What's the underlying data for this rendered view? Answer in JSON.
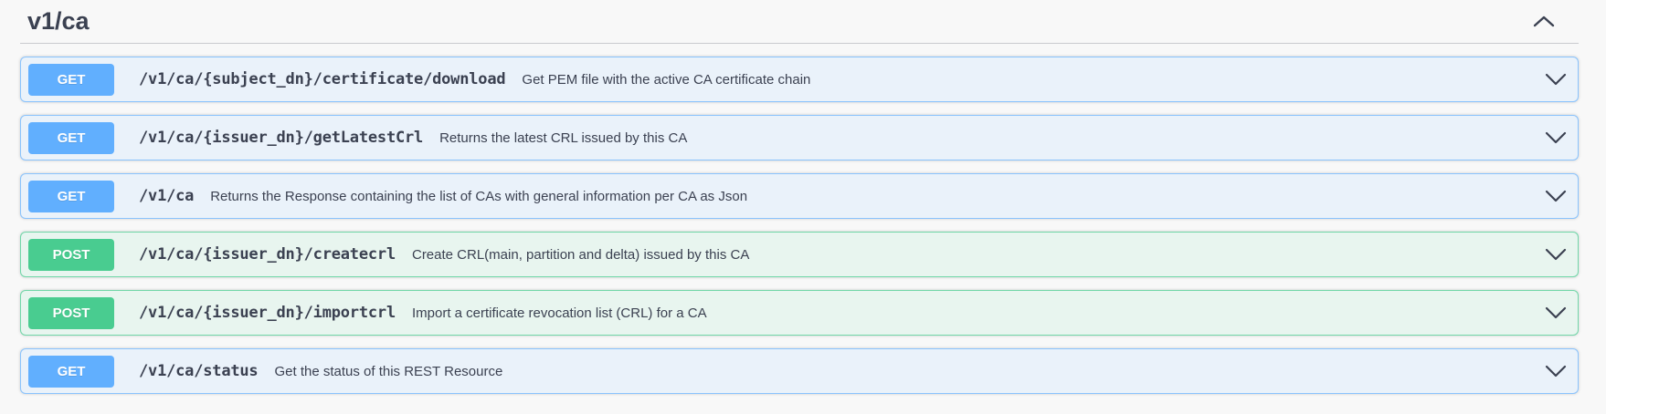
{
  "section": {
    "title": "v1/ca",
    "collapse_icon": "chevron-up-icon"
  },
  "colors": {
    "get_badge": "#61affe",
    "get_row_bg": "#eaf2fa",
    "post_badge": "#49cc90",
    "post_row_bg": "#e8f5ef",
    "text": "#3b4151",
    "page_bg": "#f8f8f8"
  },
  "operations": [
    {
      "method": "GET",
      "path": "/v1/ca/{subject_dn}/certificate/download",
      "summary": "Get PEM file with the active CA certificate chain"
    },
    {
      "method": "GET",
      "path": "/v1/ca/{issuer_dn}/getLatestCrl",
      "summary": "Returns the latest CRL issued by this CA"
    },
    {
      "method": "GET",
      "path": "/v1/ca",
      "summary": "Returns the Response containing the list of CAs with general information per CA as Json"
    },
    {
      "method": "POST",
      "path": "/v1/ca/{issuer_dn}/createcrl",
      "summary": "Create CRL(main, partition and delta) issued by this CA"
    },
    {
      "method": "POST",
      "path": "/v1/ca/{issuer_dn}/importcrl",
      "summary": "Import a certificate revocation list (CRL) for a CA"
    },
    {
      "method": "GET",
      "path": "/v1/ca/status",
      "summary": "Get the status of this REST Resource"
    }
  ]
}
